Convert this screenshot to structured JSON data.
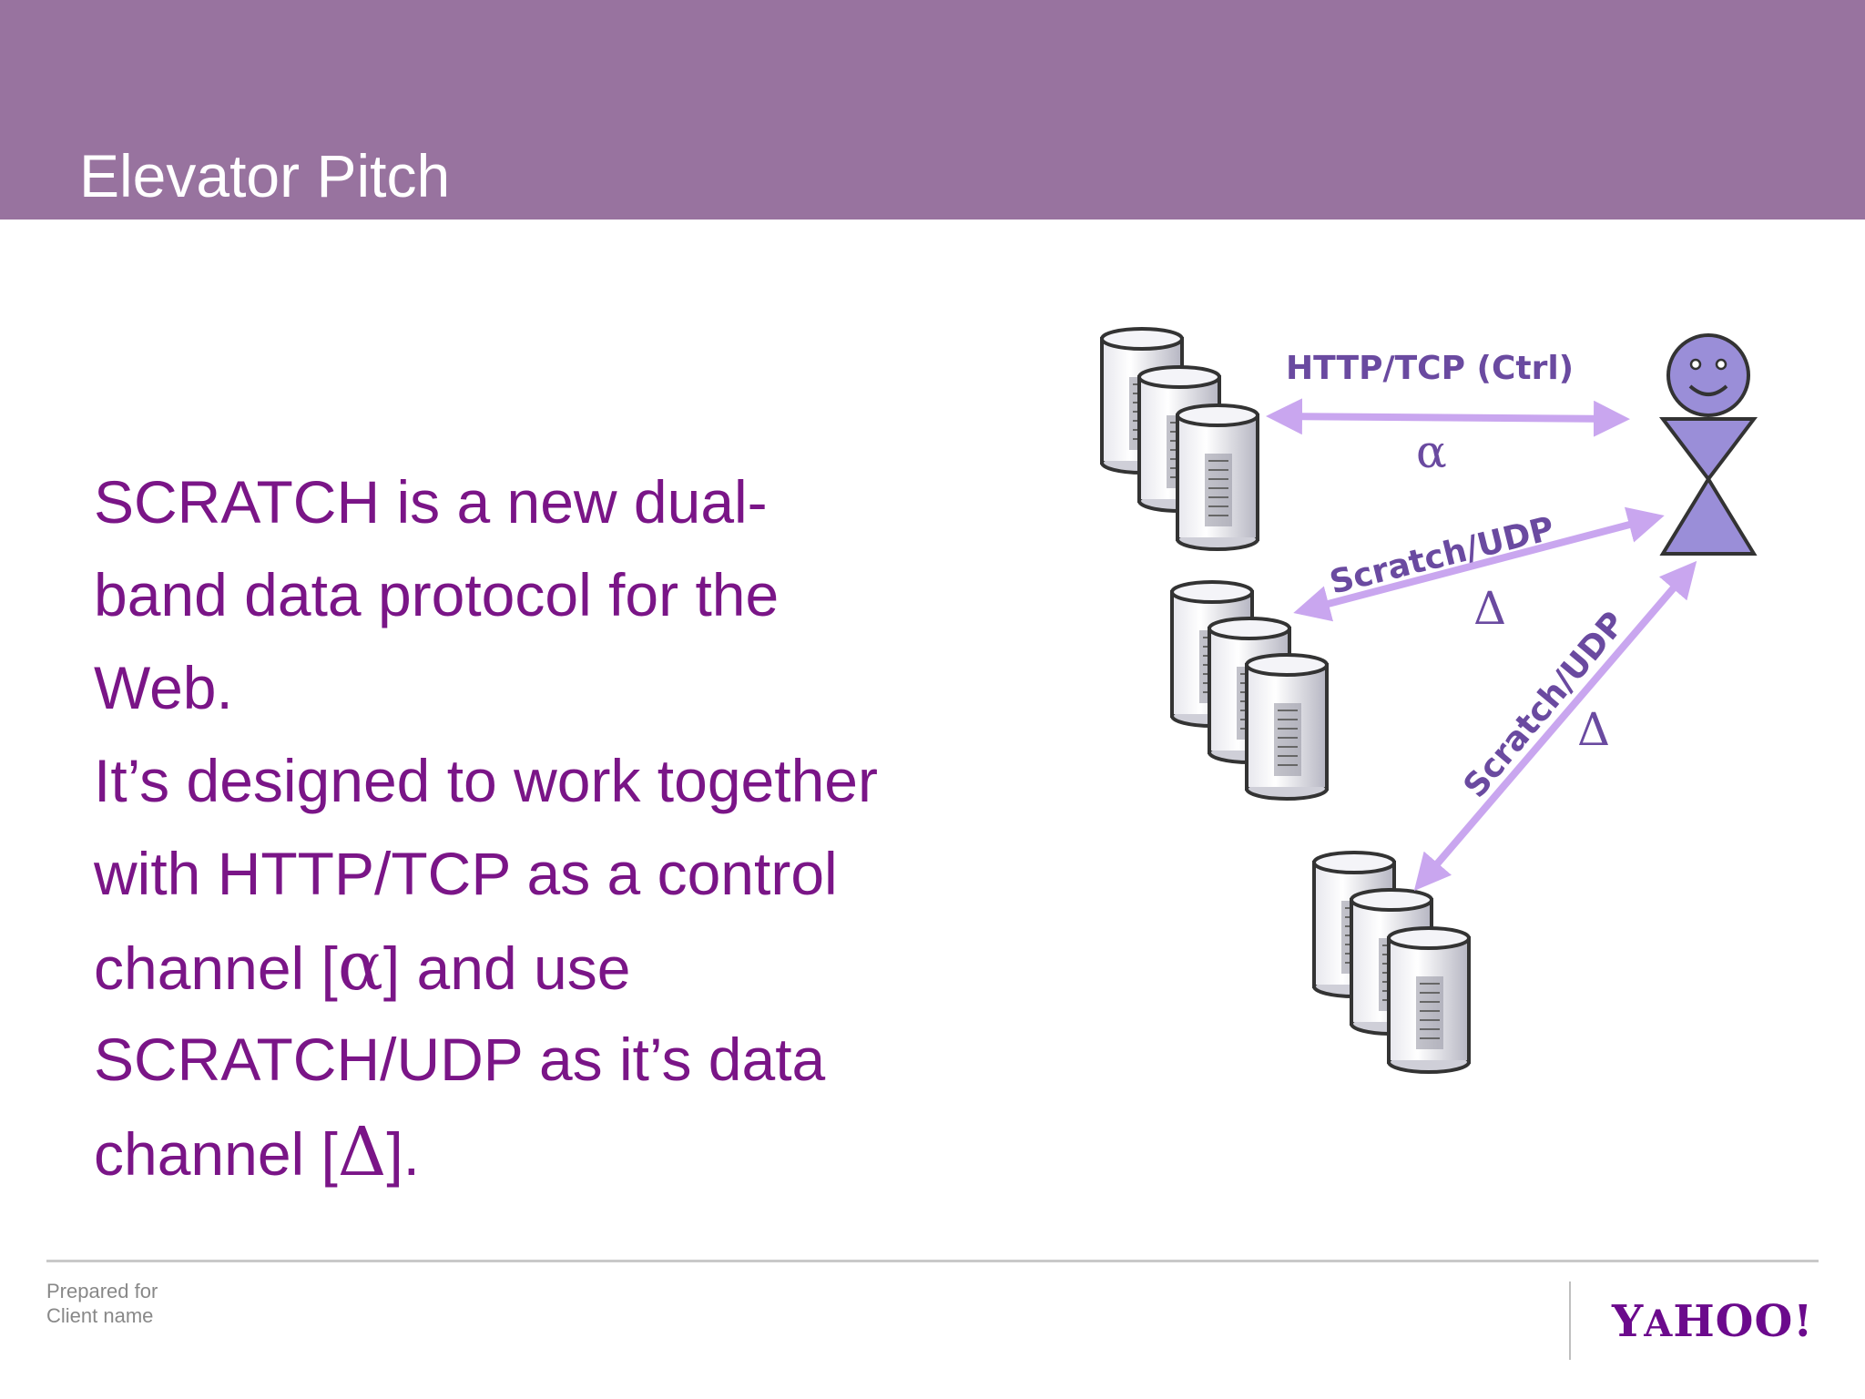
{
  "slide": {
    "title": "Elevator Pitch"
  },
  "body": {
    "lines": [
      "SCRATCH is a new dual-",
      "band data protocol for the",
      "Web.",
      "It’s designed to work together",
      "with HTTP/TCP as a control"
    ],
    "line6_prefix": "channel [",
    "alpha_symbol": "α",
    "line6_suffix": "] and use",
    "line7": "SCRATCH/UDP as it’s data",
    "line8_prefix": "channel [",
    "delta_symbol": "Δ",
    "line8_suffix": "]."
  },
  "diagram": {
    "top_arrow_label": "HTTP/TCP (Ctrl)",
    "top_arrow_symbol": "α",
    "middle_arrow_label": "Scratch/UDP",
    "middle_arrow_symbol": "Δ",
    "lower_arrow_label": "Scratch/UDP",
    "lower_arrow_symbol": "Δ",
    "arrow_color": "#c9a6ef",
    "label_color": "#6a4aa0",
    "user_color": "#9a8ed8"
  },
  "footer": {
    "line1": "Prepared for",
    "line2": "Client name",
    "logo_y": "Y",
    "logo_a": "A",
    "logo_rest": "HOO!"
  }
}
